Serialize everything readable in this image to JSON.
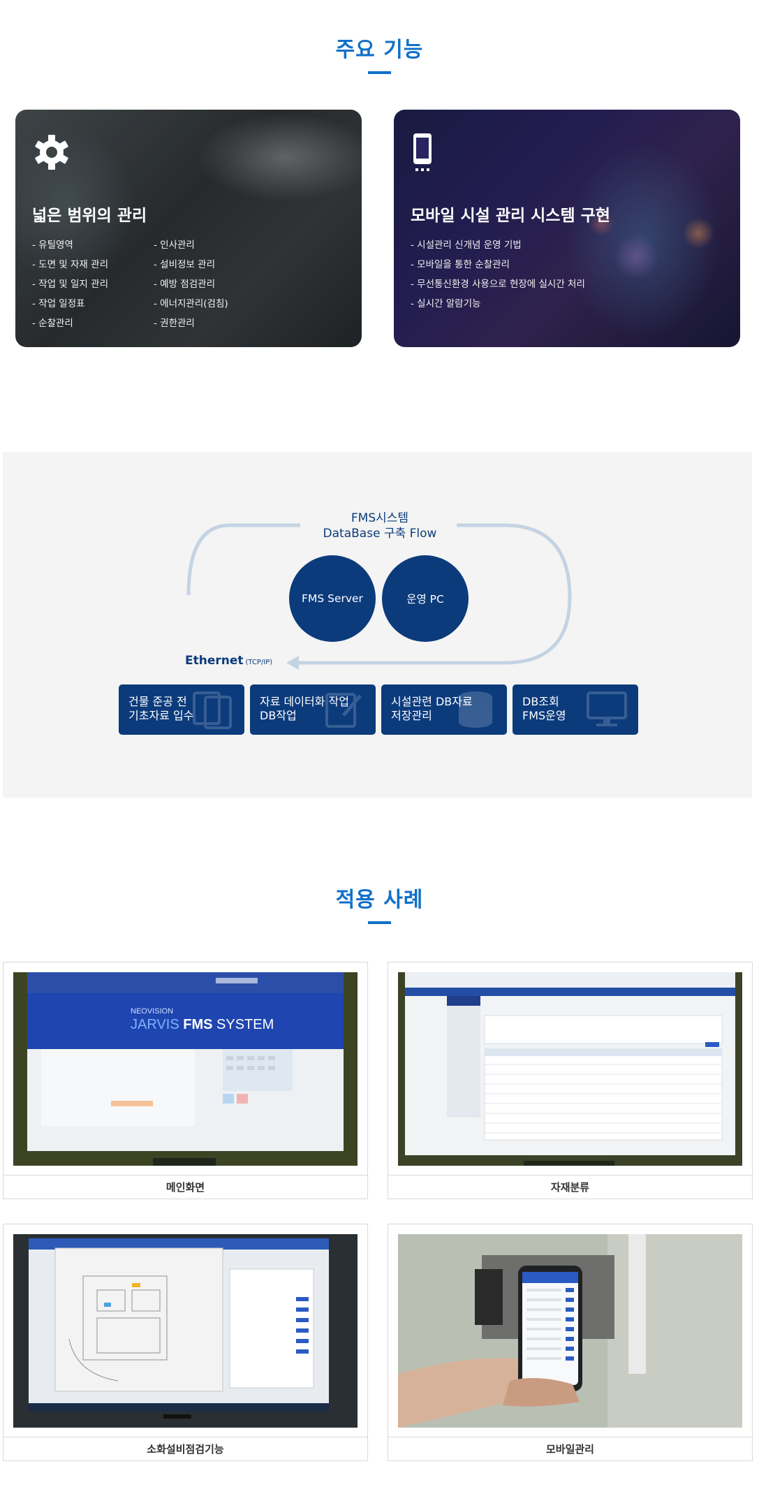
{
  "features": {
    "title": "주요 기능",
    "left_card": {
      "icon": "gear-icon",
      "title": "넓은 범위의 관리",
      "col1": [
        "유틸영역",
        "도면 및 자재 관리",
        "작업 및 일지 관리",
        "작업 일정표",
        "순찰관리"
      ],
      "col2": [
        "인사관리",
        "설비정보 관리",
        "예방 점검관리",
        "에너지관리(검침)",
        "권한관리"
      ]
    },
    "right_card": {
      "icon": "mobile-phone-icon",
      "title": "모바일 시설 관리 시스템 구현",
      "items": [
        "시설관리 신개념 운영 기법",
        "모바일을 통한 순찰관리",
        "무선통신환경 사용으로 현장에 실시간 처리",
        "실시간 알람기능"
      ]
    }
  },
  "flow": {
    "title_line1": "FMS시스템",
    "title_line2": "DataBase 구축 Flow",
    "circle1": "FMS Server",
    "circle2": "운영 PC",
    "ethernet": "Ethernet",
    "ethernet_sub": "(TCP/IP)",
    "boxes": [
      {
        "label": "건물 준공 전\n기초자료 입수",
        "icon": "documents-icon"
      },
      {
        "label": "자료 데이터화 작업\nDB작업",
        "icon": "edit-document-icon"
      },
      {
        "label": "시설관련 DB자료\n저장관리",
        "icon": "database-icon"
      },
      {
        "label": "DB조회\nFMS운영",
        "icon": "monitor-icon"
      }
    ]
  },
  "cases": {
    "title": "적용 사례",
    "items": [
      {
        "caption": "메인화면",
        "screen_brand": "NEOVISION",
        "screen_title_a": "JARVIS",
        "screen_title_b": "FMS",
        "screen_title_c": "SYSTEM"
      },
      {
        "caption": "자재분류"
      },
      {
        "caption": "소화설비점검기능"
      },
      {
        "caption": "모바일관리"
      }
    ]
  },
  "colors": {
    "accent": "#0f70c9",
    "navy": "#0c3b7c",
    "flow_bg": "#f4f4f4",
    "arc": "#c3d3e2"
  }
}
